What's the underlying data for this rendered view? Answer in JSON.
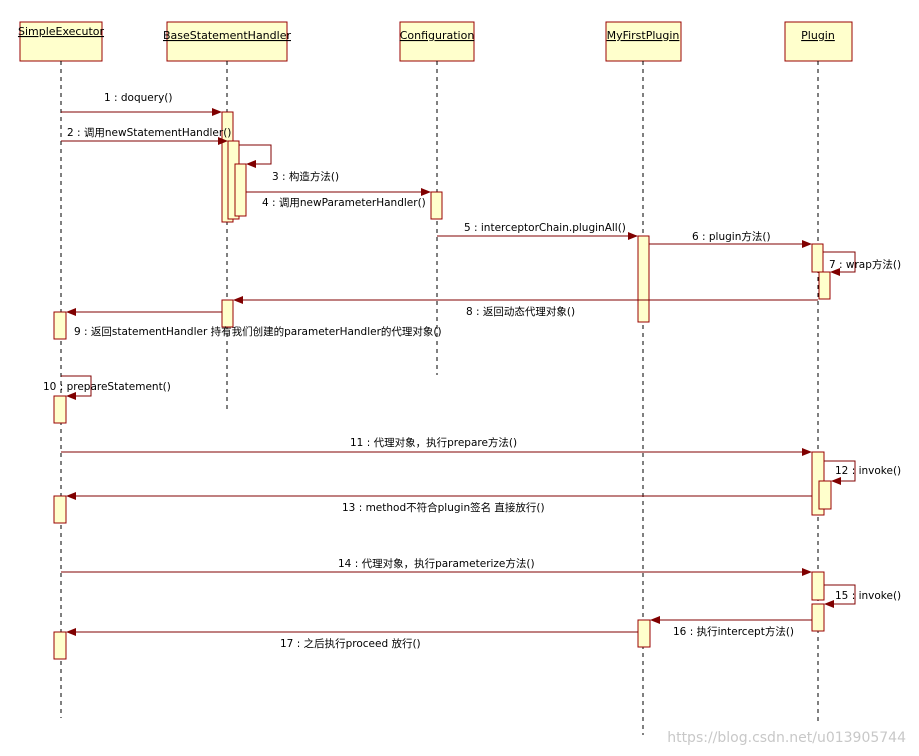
{
  "participants": [
    {
      "id": "se",
      "name": "SimpleExecutor"
    },
    {
      "id": "bsh",
      "name": "BaseStatementHandler"
    },
    {
      "id": "cfg",
      "name": "Configuration"
    },
    {
      "id": "mfp",
      "name": "MyFirstPlugin"
    },
    {
      "id": "plg",
      "name": "Plugin"
    }
  ],
  "messages": [
    {
      "label": "1 : doquery()"
    },
    {
      "label": "2 : 调用newStatementHandler()"
    },
    {
      "label": "3 : 构造方法()"
    },
    {
      "label": "4 : 调用newParameterHandler()"
    },
    {
      "label": "5 : interceptorChain.pluginAll()"
    },
    {
      "label": "6 : plugin方法()"
    },
    {
      "label": "7 : wrap方法()"
    },
    {
      "label": "8 : 返回动态代理对象()"
    },
    {
      "label": "9 : 返回statementHandler 持有我们创建的parameterHandler的代理对象()"
    },
    {
      "label": "10 : prepareStatement()"
    },
    {
      "label": "11 : 代理对象，执行prepare方法()"
    },
    {
      "label": "12 : invoke()"
    },
    {
      "label": "13 : method不符合plugin签名 直接放行()"
    },
    {
      "label": "14 : 代理对象，执行parameterize方法()"
    },
    {
      "label": "15 : invoke()"
    },
    {
      "label": "16 : 执行intercept方法()"
    },
    {
      "label": "17 : 之后执行proceed 放行()"
    }
  ],
  "watermark": "https://blog.csdn.net/u013905744",
  "colors": {
    "box_fill": "#ffffcc",
    "box_border": "#990000",
    "arrow": "#800000",
    "lifeline": "#000000"
  }
}
